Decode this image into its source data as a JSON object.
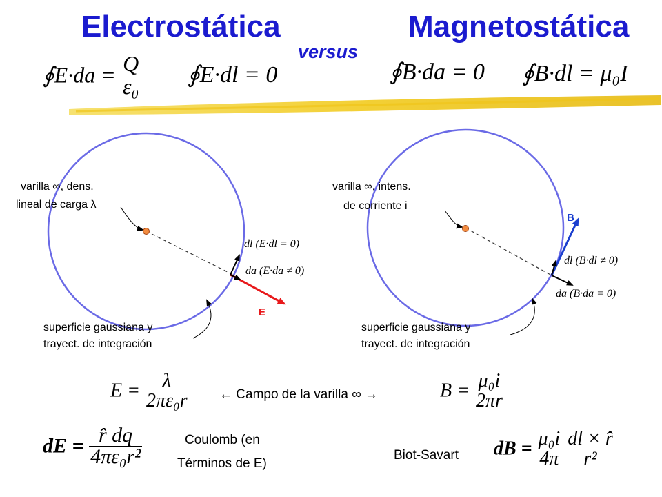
{
  "titles": {
    "left": "Electrostática",
    "right": "Magnetostática",
    "versus": "versus"
  },
  "laws": {
    "gauss_e": {
      "lhs": "∮E·da =",
      "num": "Q",
      "den": "ε₀"
    },
    "circ_e": "∮E·dl = 0",
    "gauss_b": "∮B·da = 0",
    "ampere": "∮B·dl = μ₀I"
  },
  "left_diagram": {
    "label_line1": "varilla ∞, dens.",
    "label_line2": "lineal de carga λ",
    "dl_label": "dl (E·dl = 0)",
    "da_label": "da (E·da ≠ 0)",
    "field_label": "E",
    "surface_line1": "superficie gaussiana y",
    "surface_line2": "trayect. de integración"
  },
  "right_diagram": {
    "label_line1": "varilla ∞, intens.",
    "label_line2": "de corriente i",
    "field_label": "B",
    "dl_label": "dl (B·dl ≠ 0)",
    "da_label": "da (B·da = 0)",
    "surface_line1": "superficie gaussiana y",
    "surface_line2": "trayect. de integración"
  },
  "field_rod": {
    "e_lhs": "E =",
    "e_num": "λ",
    "e_den": "2πε₀r",
    "caption": "← Campo de la varilla ∞ →",
    "b_lhs": "B =",
    "b_num": "μ₀i",
    "b_den": "2πr"
  },
  "coulomb": {
    "lhs": "dE =",
    "num": "r̂ dq",
    "den": "4πε₀r²",
    "caption_line1": "Coulomb (en",
    "caption_line2": "Términos de E)"
  },
  "biot": {
    "caption": "Biot-Savart",
    "lhs": "dB =",
    "num1": "μ₀i",
    "den1": "4π",
    "num2": "dl × r̂",
    "den2": "r²"
  },
  "colors": {
    "title": "#1b1bcf",
    "circle": "#6a6ae6",
    "e_vector": "#e8191b",
    "b_vector": "#1b3fcf",
    "source_dot": "#f28c40",
    "highlighter": "#f2cd2a"
  }
}
